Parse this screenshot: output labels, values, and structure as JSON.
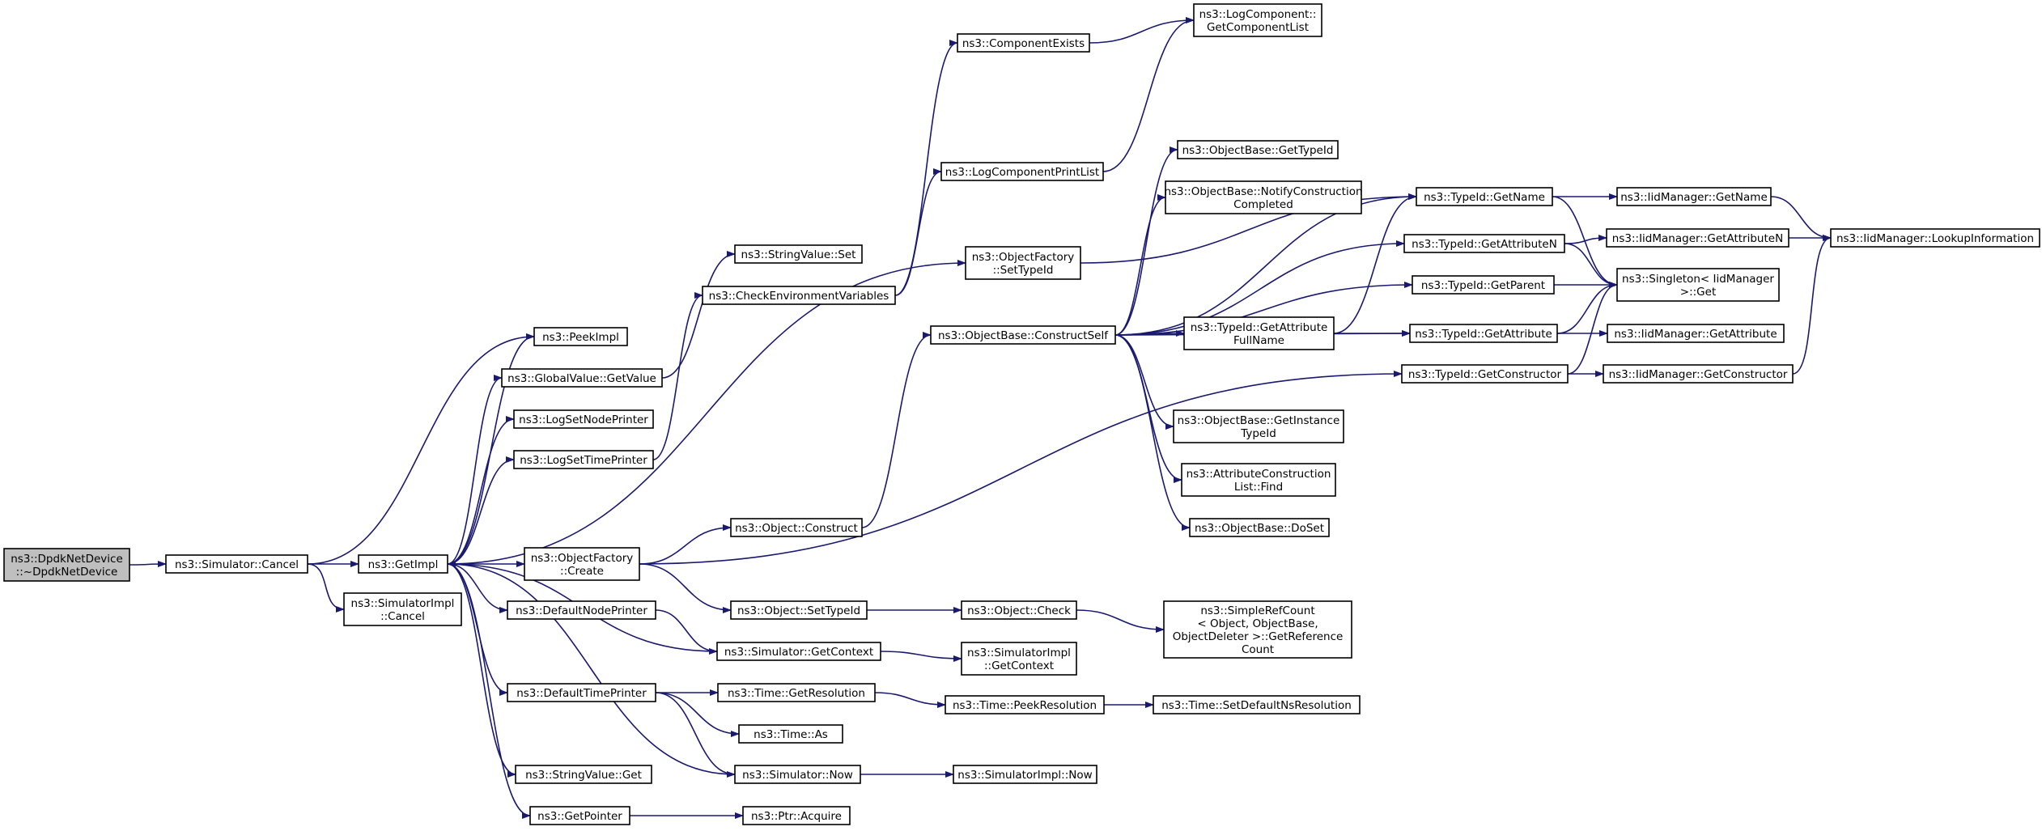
{
  "title": "",
  "colors": {
    "edge": "#191970",
    "box_border": "#000000",
    "box_fill": "#ffffff",
    "root_fill": "#bfbfbf",
    "undocumented_border": "#ff0000"
  },
  "nodes": [
    {
      "id": "root",
      "lines": [
        "ns3::DpdkNetDevice",
        "::~DpdkNetDevice"
      ],
      "root": true
    },
    {
      "id": "sim_cancel",
      "lines": [
        "ns3::Simulator::Cancel"
      ]
    },
    {
      "id": "getimpl",
      "lines": [
        "ns3::GetImpl"
      ]
    },
    {
      "id": "simimpl_cancel",
      "lines": [
        "ns3::SimulatorImpl",
        "::Cancel"
      ]
    },
    {
      "id": "peekimpl",
      "lines": [
        "ns3::PeekImpl"
      ]
    },
    {
      "id": "gv_getvalue",
      "lines": [
        "ns3::GlobalValue::GetValue"
      ]
    },
    {
      "id": "logsetnode",
      "lines": [
        "ns3::LogSetNodePrinter"
      ]
    },
    {
      "id": "logsettime",
      "lines": [
        "ns3::LogSetTimePrinter"
      ]
    },
    {
      "id": "of_create",
      "lines": [
        "ns3::ObjectFactory",
        "::Create"
      ]
    },
    {
      "id": "defnodeprinter",
      "lines": [
        "ns3::DefaultNodePrinter"
      ]
    },
    {
      "id": "deftimeprinter",
      "lines": [
        "ns3::DefaultTimePrinter"
      ]
    },
    {
      "id": "sv_get",
      "lines": [
        "ns3::StringValue::Get"
      ]
    },
    {
      "id": "getpointer",
      "lines": [
        "ns3::GetPointer"
      ]
    },
    {
      "id": "sv_set",
      "lines": [
        "ns3::StringValue::Set"
      ]
    },
    {
      "id": "checkenv",
      "lines": [
        "ns3::CheckEnvironmentVariables"
      ]
    },
    {
      "id": "obj_construct",
      "lines": [
        "ns3::Object::Construct"
      ]
    },
    {
      "id": "obj_settypeid",
      "lines": [
        "ns3::Object::SetTypeId"
      ]
    },
    {
      "id": "sim_getcontext",
      "lines": [
        "ns3::Simulator::GetContext"
      ]
    },
    {
      "id": "time_getres",
      "lines": [
        "ns3::Time::GetResolution"
      ]
    },
    {
      "id": "time_as",
      "lines": [
        "ns3::Time::As"
      ]
    },
    {
      "id": "sim_now",
      "lines": [
        "ns3::Simulator::Now"
      ]
    },
    {
      "id": "ptr_acquire",
      "lines": [
        "ns3::Ptr::Acquire"
      ]
    },
    {
      "id": "compexists",
      "lines": [
        "ns3::ComponentExists"
      ]
    },
    {
      "id": "logcompprint",
      "lines": [
        "ns3::LogComponentPrintList"
      ]
    },
    {
      "id": "of_settypeid",
      "lines": [
        "ns3::ObjectFactory",
        "::SetTypeId"
      ]
    },
    {
      "id": "ob_constructself",
      "lines": [
        "ns3::ObjectBase::ConstructSelf"
      ]
    },
    {
      "id": "obj_check",
      "lines": [
        "ns3::Object::Check"
      ]
    },
    {
      "id": "simimpl_getcontext",
      "lines": [
        "ns3::SimulatorImpl",
        "::GetContext"
      ]
    },
    {
      "id": "time_peekres",
      "lines": [
        "ns3::Time::PeekResolution"
      ]
    },
    {
      "id": "simimpl_now",
      "lines": [
        "ns3::SimulatorImpl::Now"
      ]
    },
    {
      "id": "logcomp_getlist",
      "lines": [
        "ns3::LogComponent::",
        "GetComponentList"
      ]
    },
    {
      "id": "ob_gettypeid",
      "lines": [
        "ns3::ObjectBase::GetTypeId"
      ],
      "red": true
    },
    {
      "id": "ob_notify",
      "lines": [
        "ns3::ObjectBase::NotifyConstruction",
        "Completed"
      ]
    },
    {
      "id": "tid_getattrfull",
      "lines": [
        "ns3::TypeId::GetAttribute",
        "FullName"
      ]
    },
    {
      "id": "ob_getinstance",
      "lines": [
        "ns3::ObjectBase::GetInstance",
        "TypeId"
      ]
    },
    {
      "id": "attrcons_find",
      "lines": [
        "ns3::AttributeConstruction",
        "List::Find"
      ]
    },
    {
      "id": "ob_doset",
      "lines": [
        "ns3::ObjectBase::DoSet"
      ]
    },
    {
      "id": "simplerefcount",
      "lines": [
        "ns3::SimpleRefCount",
        "< Object, ObjectBase,",
        "ObjectDeleter >::GetReference",
        "Count"
      ]
    },
    {
      "id": "time_setdefault",
      "lines": [
        "ns3::Time::SetDefaultNsResolution"
      ],
      "red": true
    },
    {
      "id": "tid_getname",
      "lines": [
        "ns3::TypeId::GetName"
      ]
    },
    {
      "id": "tid_getattrn",
      "lines": [
        "ns3::TypeId::GetAttributeN"
      ]
    },
    {
      "id": "tid_getparent",
      "lines": [
        "ns3::TypeId::GetParent"
      ],
      "red": true
    },
    {
      "id": "tid_getattr",
      "lines": [
        "ns3::TypeId::GetAttribute"
      ]
    },
    {
      "id": "tid_getcons",
      "lines": [
        "ns3::TypeId::GetConstructor"
      ]
    },
    {
      "id": "iid_getname",
      "lines": [
        "ns3::IidManager::GetName"
      ]
    },
    {
      "id": "iid_getattrn",
      "lines": [
        "ns3::IidManager::GetAttributeN"
      ]
    },
    {
      "id": "singleton_get",
      "lines": [
        "ns3::Singleton< IidManager",
        ">::Get"
      ]
    },
    {
      "id": "iid_getattr",
      "lines": [
        "ns3::IidManager::GetAttribute"
      ]
    },
    {
      "id": "iid_getcons",
      "lines": [
        "ns3::IidManager::GetConstructor"
      ]
    },
    {
      "id": "iid_lookup",
      "lines": [
        "ns3::IidManager::LookupInformation"
      ]
    }
  ],
  "edges": [
    [
      "root",
      "sim_cancel"
    ],
    [
      "sim_cancel",
      "getimpl"
    ],
    [
      "sim_cancel",
      "simimpl_cancel"
    ],
    [
      "sim_cancel",
      "peekimpl"
    ],
    [
      "getimpl",
      "peekimpl"
    ],
    [
      "getimpl",
      "gv_getvalue"
    ],
    [
      "getimpl",
      "logsetnode"
    ],
    [
      "getimpl",
      "logsettime"
    ],
    [
      "getimpl",
      "of_create"
    ],
    [
      "getimpl",
      "defnodeprinter"
    ],
    [
      "getimpl",
      "deftimeprinter"
    ],
    [
      "getimpl",
      "sv_get"
    ],
    [
      "getimpl",
      "getpointer"
    ],
    [
      "getimpl",
      "of_settypeid"
    ],
    [
      "sim_getcontext",
      "getimpl"
    ],
    [
      "sim_now",
      "getimpl"
    ],
    [
      "gv_getvalue",
      "sv_set"
    ],
    [
      "logsettime",
      "checkenv"
    ],
    [
      "checkenv",
      "compexists"
    ],
    [
      "checkenv",
      "logcompprint"
    ],
    [
      "compexists",
      "logcomp_getlist"
    ],
    [
      "logcompprint",
      "logcomp_getlist"
    ],
    [
      "of_create",
      "obj_construct"
    ],
    [
      "of_create",
      "obj_settypeid"
    ],
    [
      "of_create",
      "tid_getcons"
    ],
    [
      "obj_construct",
      "ob_constructself"
    ],
    [
      "obj_settypeid",
      "obj_check"
    ],
    [
      "obj_check",
      "simplerefcount"
    ],
    [
      "defnodeprinter",
      "sim_getcontext"
    ],
    [
      "sim_getcontext",
      "simimpl_getcontext"
    ],
    [
      "deftimeprinter",
      "time_getres"
    ],
    [
      "deftimeprinter",
      "time_as"
    ],
    [
      "deftimeprinter",
      "sim_now"
    ],
    [
      "time_getres",
      "time_peekres"
    ],
    [
      "time_peekres",
      "time_setdefault"
    ],
    [
      "sim_now",
      "simimpl_now"
    ],
    [
      "getpointer",
      "ptr_acquire"
    ],
    [
      "of_settypeid",
      "tid_getname"
    ],
    [
      "ob_constructself",
      "ob_gettypeid"
    ],
    [
      "ob_constructself",
      "ob_notify"
    ],
    [
      "ob_constructself",
      "tid_getname"
    ],
    [
      "ob_constructself",
      "tid_getattrn"
    ],
    [
      "ob_constructself",
      "tid_getparent"
    ],
    [
      "ob_constructself",
      "tid_getattrfull"
    ],
    [
      "ob_constructself",
      "tid_getattr"
    ],
    [
      "ob_constructself",
      "ob_getinstance"
    ],
    [
      "ob_constructself",
      "attrcons_find"
    ],
    [
      "ob_constructself",
      "ob_doset"
    ],
    [
      "tid_getattrfull",
      "tid_getname"
    ],
    [
      "tid_getattrfull",
      "tid_getattr"
    ],
    [
      "tid_getname",
      "iid_getname"
    ],
    [
      "tid_getname",
      "singleton_get"
    ],
    [
      "tid_getattrn",
      "iid_getattrn"
    ],
    [
      "tid_getattrn",
      "singleton_get"
    ],
    [
      "tid_getparent",
      "singleton_get"
    ],
    [
      "tid_getattr",
      "iid_getattr"
    ],
    [
      "tid_getattr",
      "singleton_get"
    ],
    [
      "tid_getcons",
      "iid_getcons"
    ],
    [
      "tid_getcons",
      "singleton_get"
    ],
    [
      "iid_getname",
      "iid_lookup"
    ],
    [
      "iid_getattrn",
      "iid_lookup"
    ],
    [
      "iid_getcons",
      "iid_lookup"
    ]
  ]
}
